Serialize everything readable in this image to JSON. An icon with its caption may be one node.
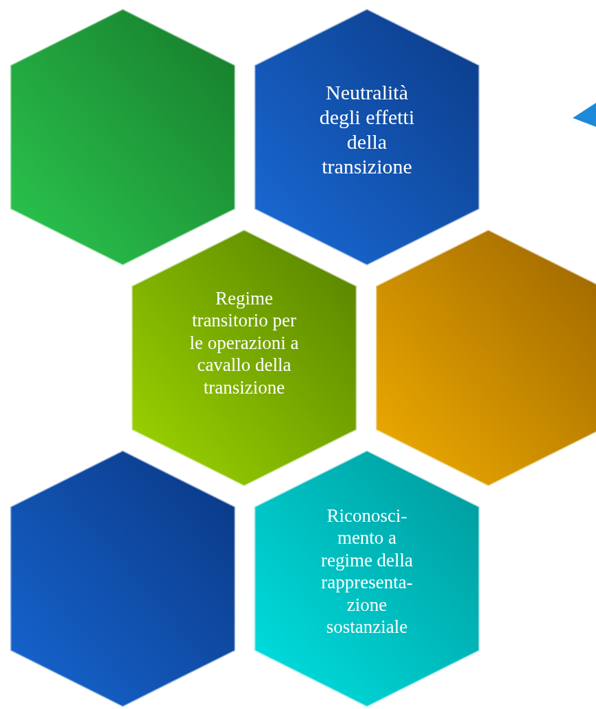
{
  "diagram": {
    "nodes": [
      {
        "text": [],
        "shape": "hexagon"
      },
      {
        "text": [
          "Neutralità degli effetti della transizione"
        ]
      },
      {
        "text": [
          "Regime transitorio per le operazioni a cavallo della transizione"
        ]
      },
      {
        "text": [],
        "shape": "hexagon"
      },
      {
        "text": [],
        "shape": "hexagon"
      },
      {
        "text": [
          "Riconosci- mento a regime della rappresenta- zione sostanziale"
        ]
      }
    ]
  }
}
